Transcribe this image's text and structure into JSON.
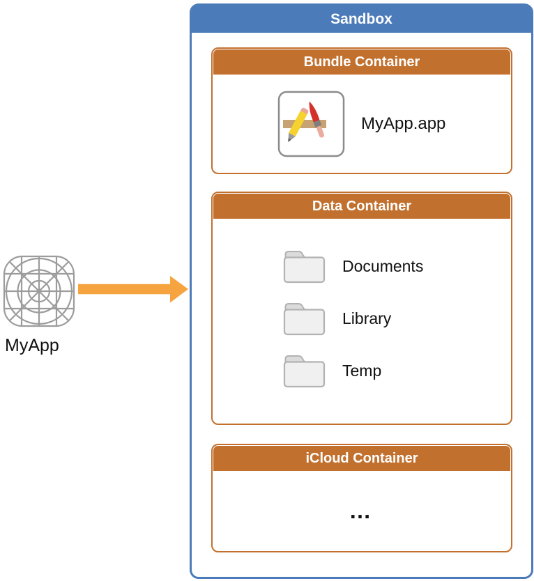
{
  "colors": {
    "blue": "#4B7BB9",
    "orange": "#C2702E",
    "arrow": "#F6A43F"
  },
  "diagram": {
    "source_app": {
      "label": "MyApp",
      "icon": "app-grid-template-icon"
    },
    "arrow": {
      "icon": "arrow-right-icon",
      "direction": "right"
    },
    "sandbox": {
      "title": "Sandbox",
      "containers": {
        "bundle": {
          "title": "Bundle Container",
          "app": {
            "icon": "app-store-icon",
            "label": "MyApp.app"
          }
        },
        "data": {
          "title": "Data Container",
          "folders": [
            {
              "icon": "folder-icon",
              "label": "Documents"
            },
            {
              "icon": "folder-icon",
              "label": "Library"
            },
            {
              "icon": "folder-icon",
              "label": "Temp"
            }
          ]
        },
        "icloud": {
          "title": "iCloud Container",
          "ellipsis": "…"
        }
      }
    }
  }
}
